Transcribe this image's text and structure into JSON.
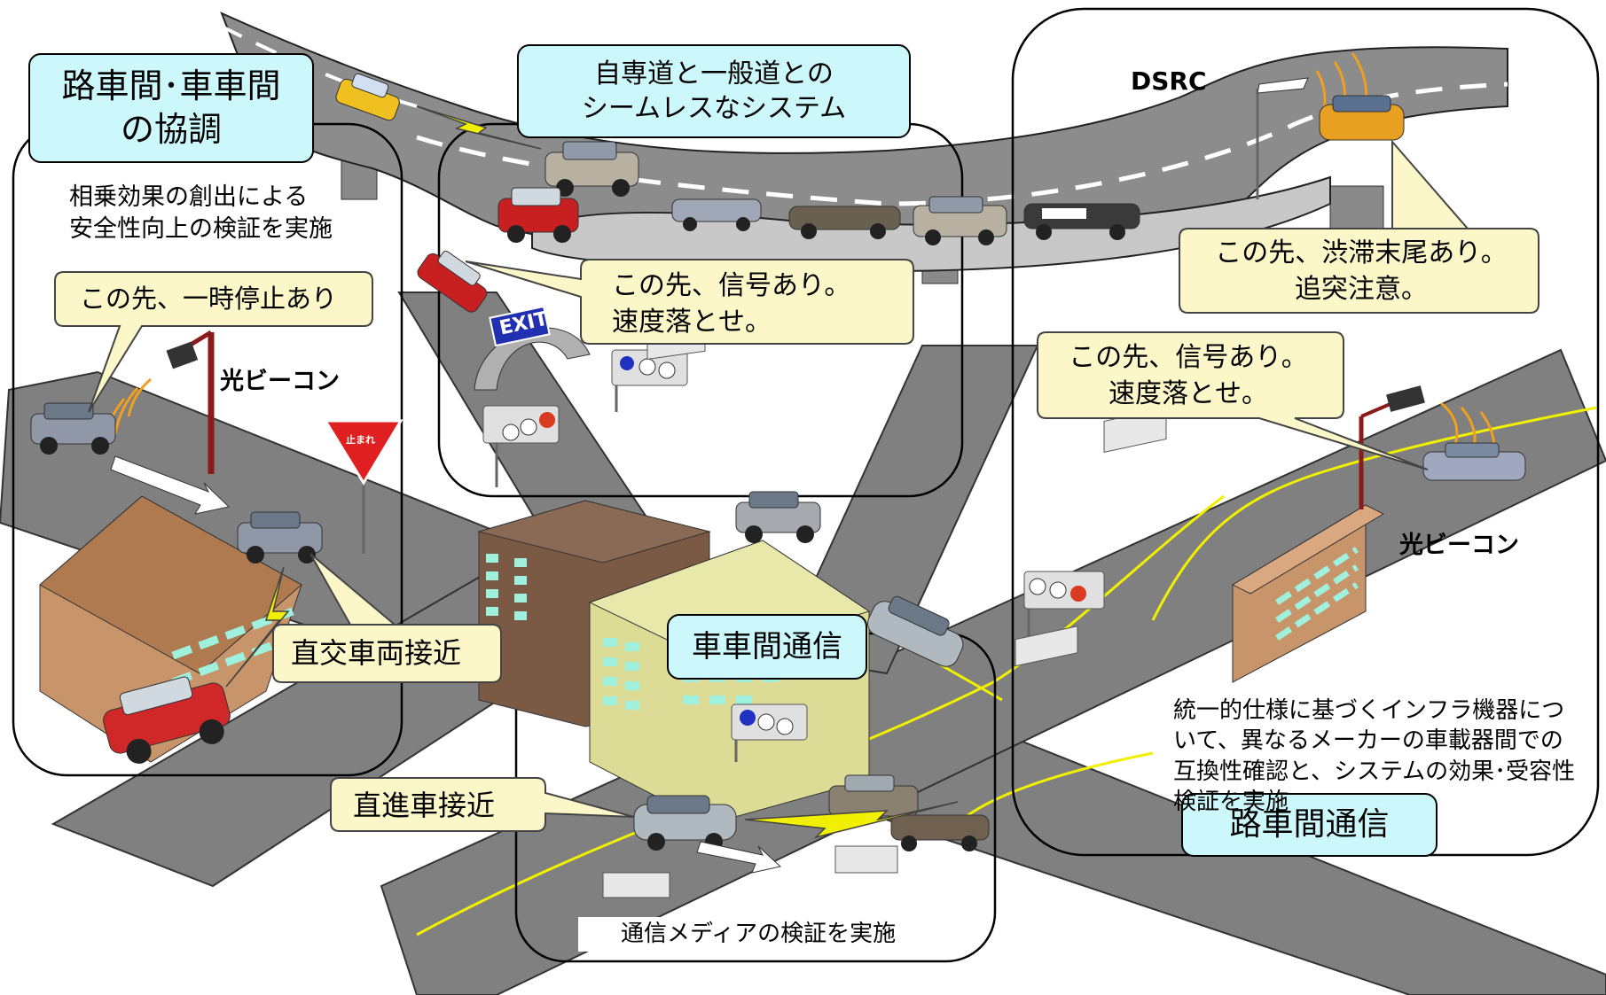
{
  "panels": {
    "road_vehicle_coop": {
      "title_line1": "路車間･車車間",
      "title_line2": "の協調",
      "desc_line1": "相乗効果の創出による",
      "desc_line2": "安全性向上の検証を実施"
    },
    "seamless": {
      "title_line1": "自専道と一般道との",
      "title_line2": "シームレスなシステム"
    },
    "v2v": {
      "title": "車車間通信",
      "note": "通信メディアの検証を実施"
    },
    "r2v": {
      "title": "路車間通信",
      "note_line1": "統一的仕様に基づくインフラ機器につ",
      "note_line2": "いて、異なるメーカーの車載器間での",
      "note_line3": "互換性確認と、システムの効果･受容性",
      "note_line4": "検証を実施"
    }
  },
  "bubbles": {
    "stop_ahead": "この先、一時停止あり",
    "signal_ahead_1_line1": "この先、信号あり。",
    "signal_ahead_1_line2": "速度落とせ。",
    "congestion_line1": "この先、渋滞末尾あり。",
    "congestion_line2": "追突注意。",
    "signal_ahead_2_line1": "この先、信号あり。",
    "signal_ahead_2_line2": "速度落とせ。",
    "crossing_vehicle": "直交車両接近",
    "straight_vehicle": "直進車接近"
  },
  "labels": {
    "optical_beacon_left": "光ビーコン",
    "optical_beacon_right": "光ビーコン",
    "dsrc": "DSRC",
    "exit_sign": "EXIT",
    "stop_sign": "止まれ"
  },
  "colors": {
    "road": "#808080",
    "cyan_box": "#ccf7fb",
    "bubble": "#fbf7c9",
    "building_brown": "#7a5a45",
    "building_tan": "#c8956a",
    "building_yellow": "#dcdc96",
    "window_teal": "#9ff0dc",
    "lightning": "#f0f000",
    "signal_red": "#d93a20",
    "signal_blue": "#2030c0"
  }
}
